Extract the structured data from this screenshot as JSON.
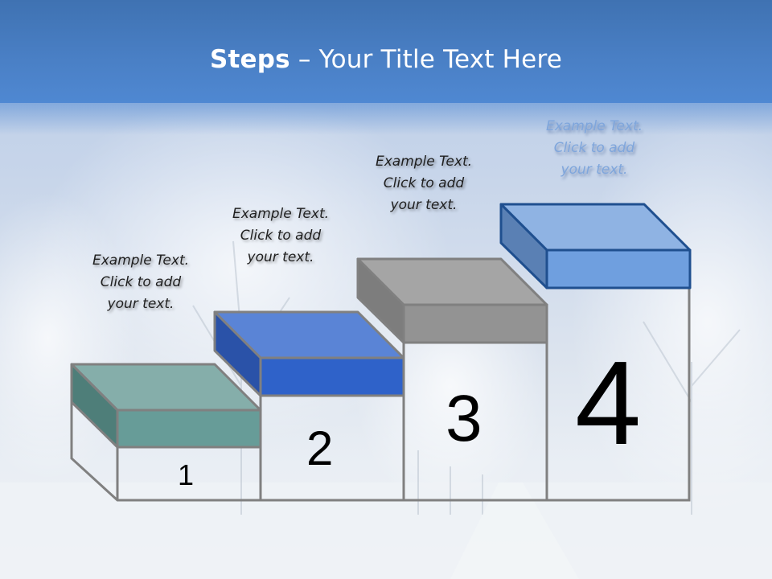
{
  "slide": {
    "title_bold": "Steps",
    "title_rest": " – Your Title Text Here",
    "colors": {
      "header": "#4a80c6",
      "step1_top": "#85aeaa",
      "step1_front": "#679c98",
      "step1_side": "#4e7e79",
      "step2_top": "#5a84d6",
      "step2_front": "#2f62c9",
      "step2_side": "#2a52a8",
      "step3_top": "#a5a5a5",
      "step3_front": "#939393",
      "step3_side": "#7d7d7d",
      "step4_top": "#8fb3e3",
      "step4_front": "#6f9fdf",
      "step4_side": "#5a80b4",
      "frame": "#808080"
    },
    "steps": [
      {
        "number": "1",
        "caption": [
          "Example Text.",
          "Click  to add",
          "your text."
        ]
      },
      {
        "number": "2",
        "caption": [
          "Example Text.",
          "Click  to add",
          "your text."
        ]
      },
      {
        "number": "3",
        "caption": [
          "Example Text.",
          "Click  to add",
          "your text."
        ]
      },
      {
        "number": "4",
        "caption": [
          "Example Text.",
          "Click  to add",
          "your text."
        ]
      }
    ]
  }
}
